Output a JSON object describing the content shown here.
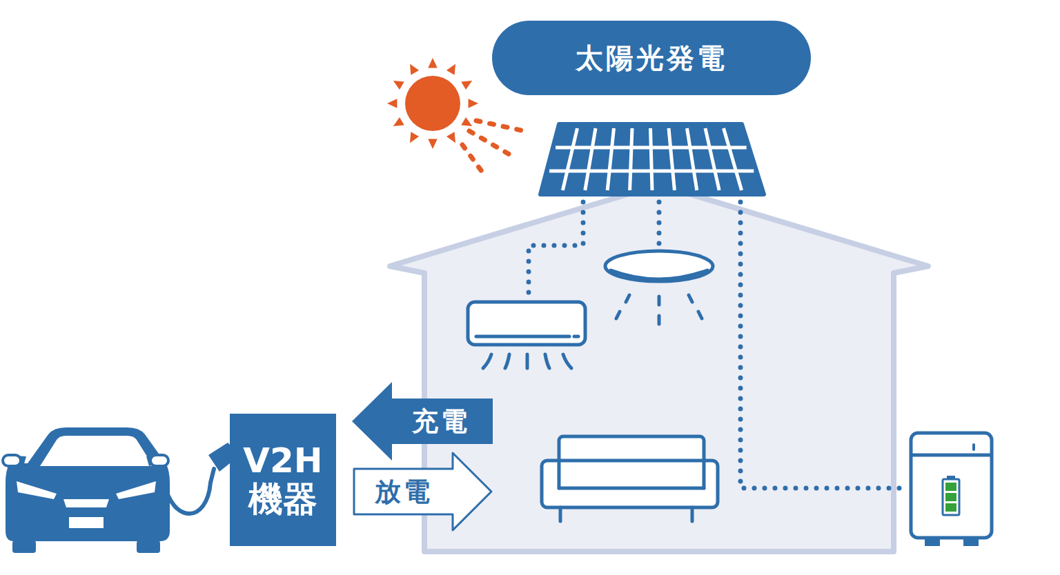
{
  "diagram": {
    "nodes": [
      {
        "text": [
          "太陽光発電"
        ]
      },
      {
        "text": [
          "V2H 機器"
        ]
      },
      {
        "text": [
          "充電"
        ]
      },
      {
        "text": [
          "放電"
        ]
      }
    ]
  }
}
